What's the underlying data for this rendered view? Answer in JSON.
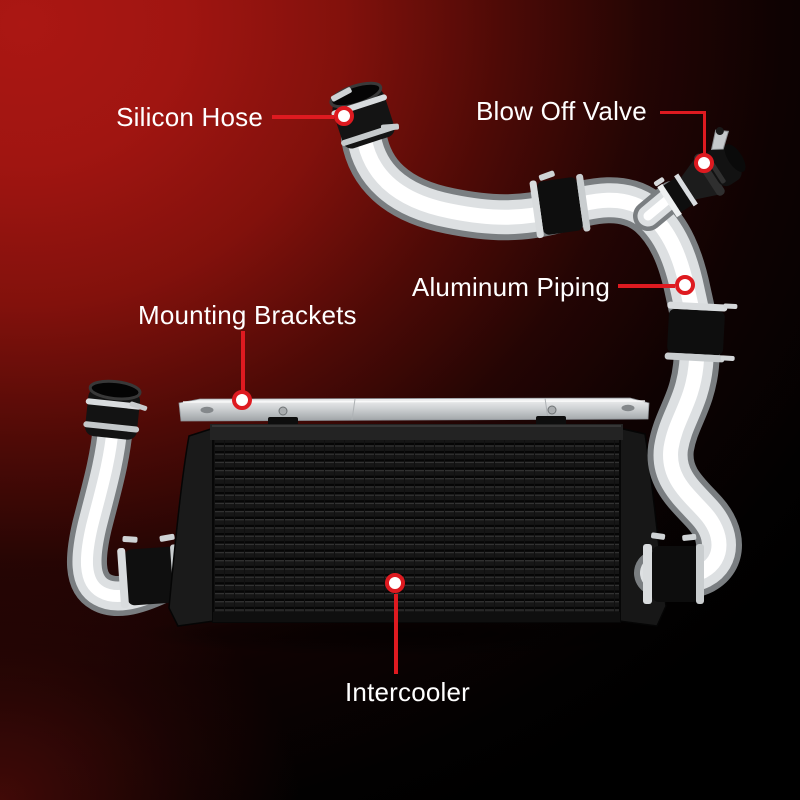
{
  "callouts": [
    {
      "id": "silicon-hose",
      "label": "Silicon Hose"
    },
    {
      "id": "blow-off-valve",
      "label": "Blow Off Valve"
    },
    {
      "id": "aluminum-piping",
      "label": "Aluminum Piping"
    },
    {
      "id": "mounting-brackets",
      "label": "Mounting Brackets"
    },
    {
      "id": "intercooler",
      "label": "Intercooler"
    }
  ],
  "colors": {
    "accent_red": "#de1a20",
    "background_red": "#ab1713",
    "background_black": "#000000",
    "label_text": "#ffffff"
  }
}
